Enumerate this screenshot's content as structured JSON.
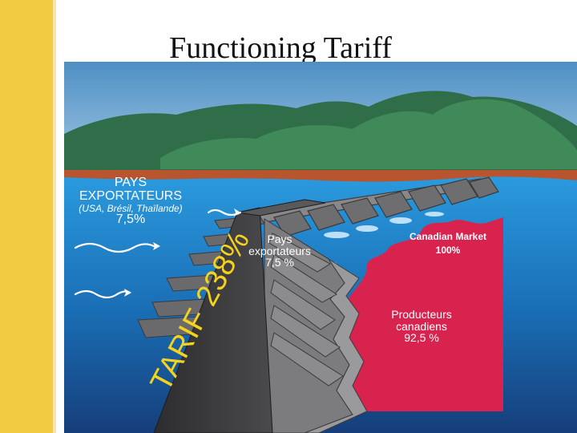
{
  "slide": {
    "title": "Functioning Tariff"
  },
  "diagram": {
    "exporting_countries": {
      "line1": "PAYS",
      "line2": "EXPORTATEURS",
      "countries": "(USA, Brésil, Thaïlande)",
      "share": "7,5%"
    },
    "exporting_countries_inner": {
      "line1": "Pays",
      "line2": "exportateurs",
      "share": "7,5 %"
    },
    "canadian_market": {
      "label": "Canadian Market",
      "share": "100%"
    },
    "canadian_producers": {
      "line1": "Producteurs",
      "line2": "canadiens",
      "share": "92,5 %"
    },
    "tariff": {
      "label": "TARIF 238%"
    }
  },
  "colors": {
    "accent_bar": "#f2cb43",
    "water": "#1f86c9",
    "market_red": "#d8234e",
    "dam_grey": "#6e6e70",
    "tariff_text": "#f6d31a",
    "hills": "#3f8a58"
  }
}
